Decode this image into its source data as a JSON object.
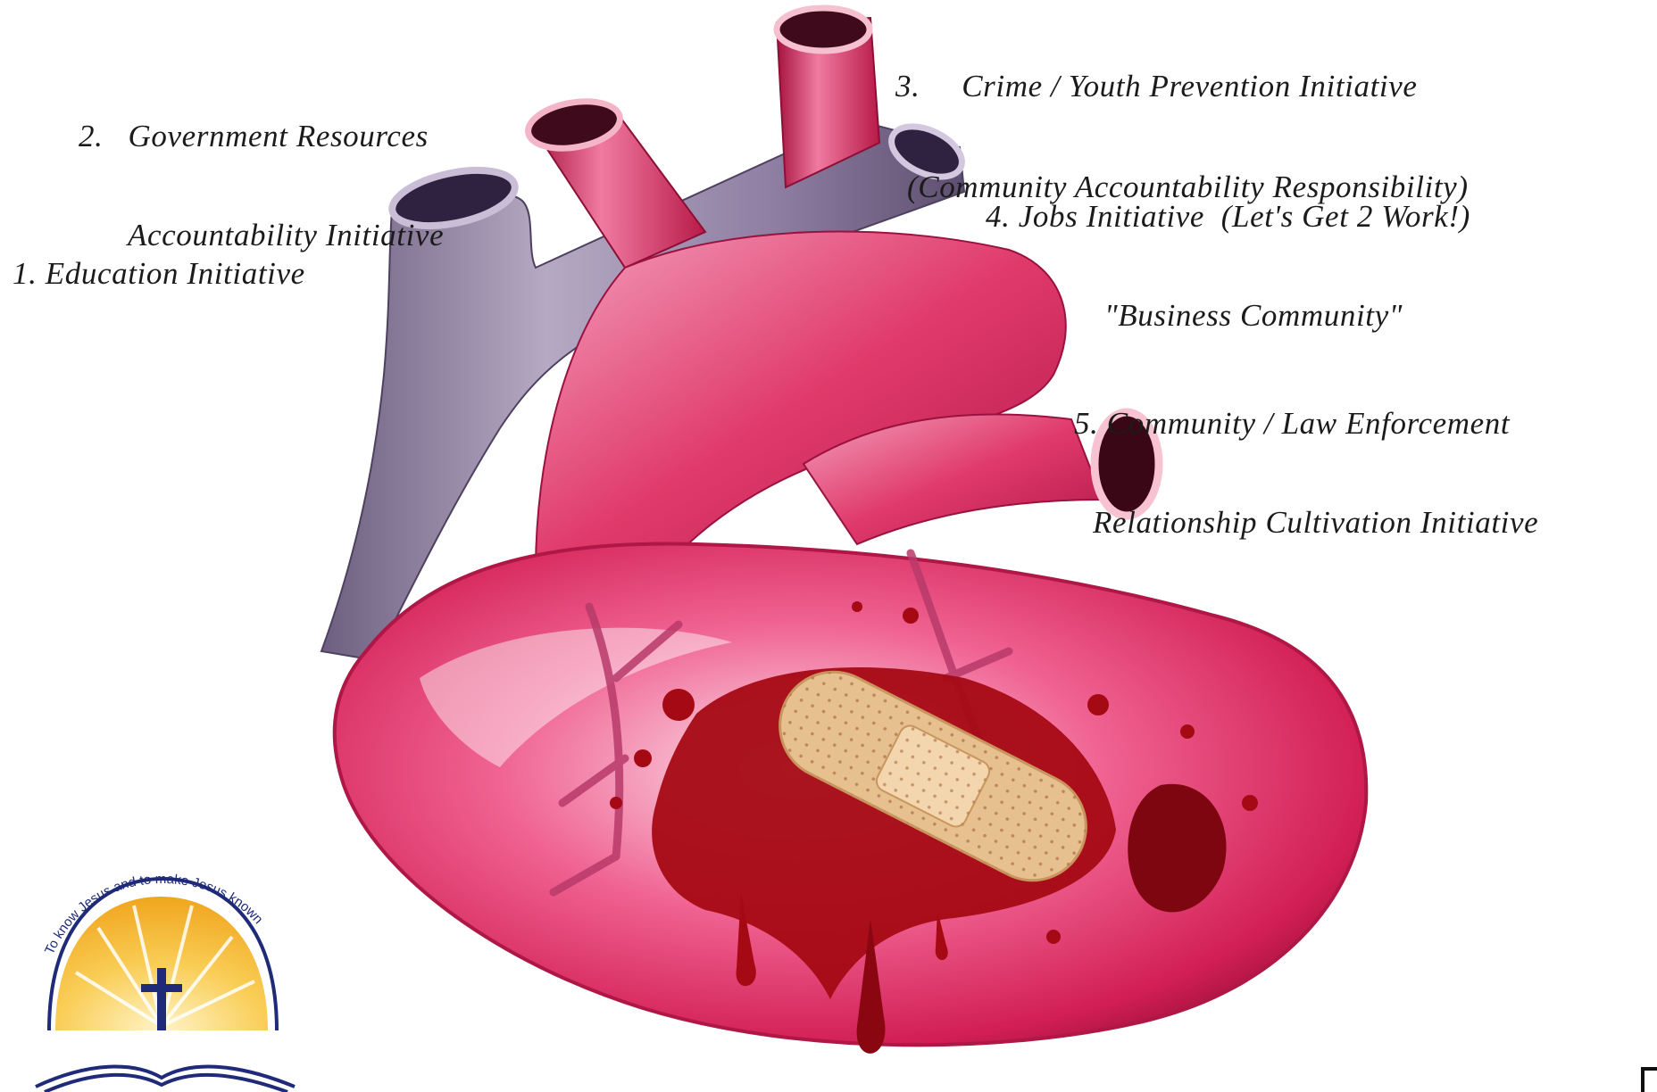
{
  "labels": {
    "education": "1. Education Initiative",
    "government_line1": "2.   Government Resources",
    "government_line2": "Accountability Initiative",
    "crime_line1": "3.     Crime / Youth Prevention Initiative",
    "crime_line2": "(Community Accountability Responsibility)",
    "jobs_line1": "4. Jobs Initiative  (Let's Get 2 Work!)",
    "jobs_line2": "\"Business Community\"",
    "community_line1": "5. Community / Law Enforcement",
    "community_line2": "Relationship Cultivation Initiative"
  },
  "logo": {
    "tagline": "To know Jesus and to make Jesus known"
  },
  "colors": {
    "heart_red": "#d8245a",
    "heart_light": "#f6a5c0",
    "vein_purple": "#8c7b9e",
    "blood": "#a50a14",
    "bandage": "#e7c08f",
    "logo_yellow": "#f5b72a",
    "logo_navy": "#1f2a78"
  },
  "icons": [
    "heart-icon",
    "bandage-icon",
    "blood-splatter-icon",
    "cross-icon",
    "open-bible-icon",
    "sunburst-icon"
  ]
}
